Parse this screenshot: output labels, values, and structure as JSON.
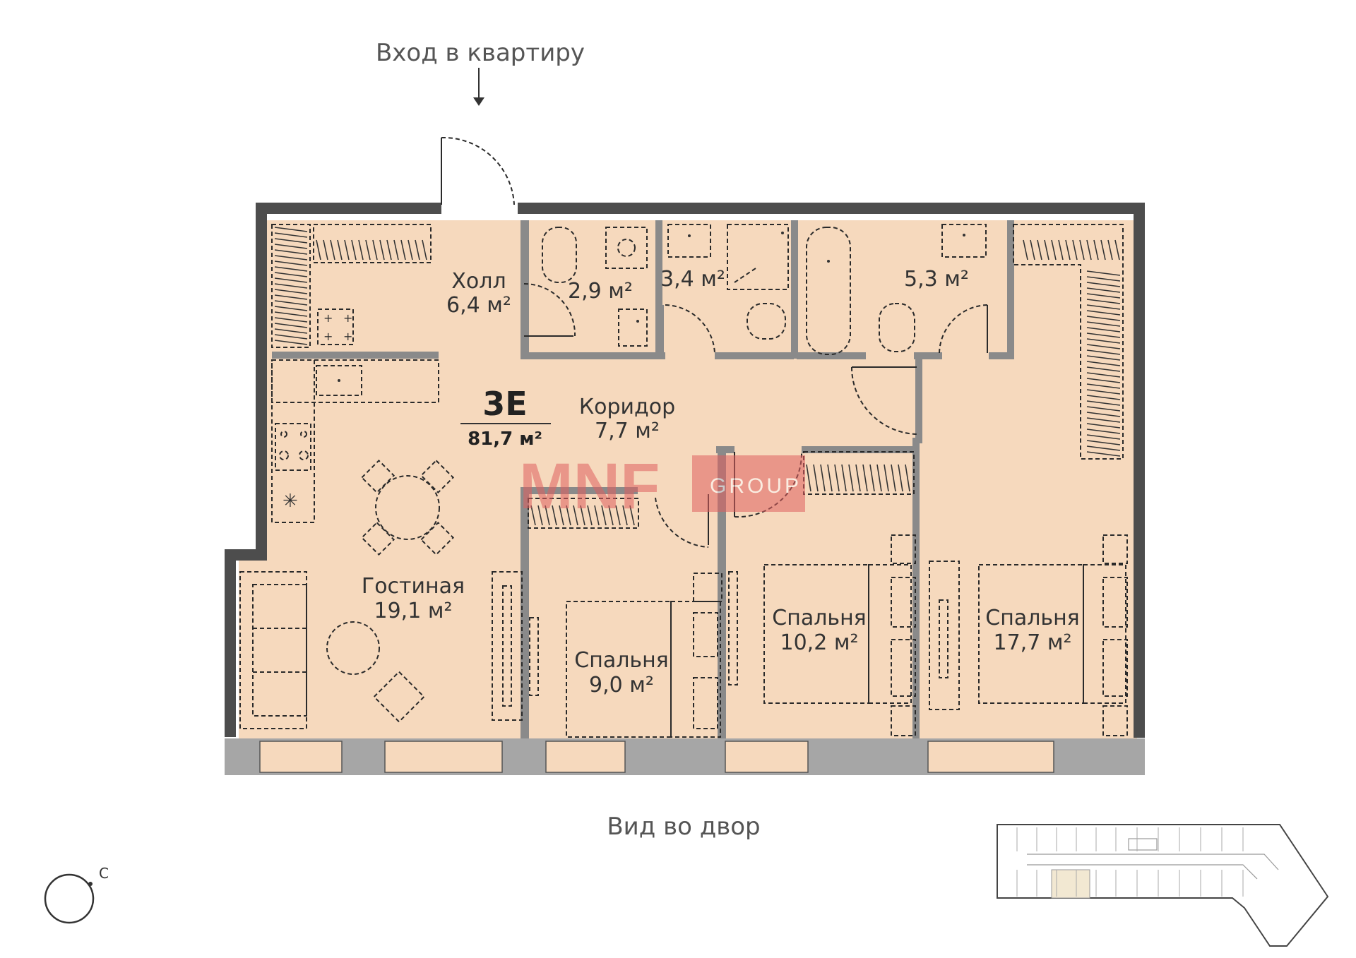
{
  "entrance_label": "Вход в квартиру",
  "view_label": "Вид во двор",
  "apartment": {
    "code": "3E",
    "total_area": "81,7 м²"
  },
  "rooms": {
    "hall": {
      "name": "Холл",
      "area": "6,4 м²"
    },
    "wc1": {
      "area": "2,9 м²"
    },
    "bath1": {
      "area": "3,4 м²"
    },
    "bath2": {
      "area": "5,3 м²"
    },
    "corridor": {
      "name": "Коридор",
      "area": "7,7 м²"
    },
    "living": {
      "name": "Гостиная",
      "area": "19,1 м²"
    },
    "bedroom1": {
      "name": "Спальня",
      "area": "9,0 м²"
    },
    "bedroom2": {
      "name": "Спальня",
      "area": "10,2 м²"
    },
    "bedroom3": {
      "name": "Спальня",
      "area": "17,7 м²"
    }
  },
  "compass": {
    "north_label": "С"
  },
  "watermark": {
    "brand": "MNF",
    "suffix": "GROUP"
  },
  "colors": {
    "floor": "#f6d9bd",
    "outer_wall": "#4d4d4d",
    "inner_wall": "#8a8a8a",
    "watermark": "#e06060",
    "highlight_unit": "#f2e8d2"
  }
}
